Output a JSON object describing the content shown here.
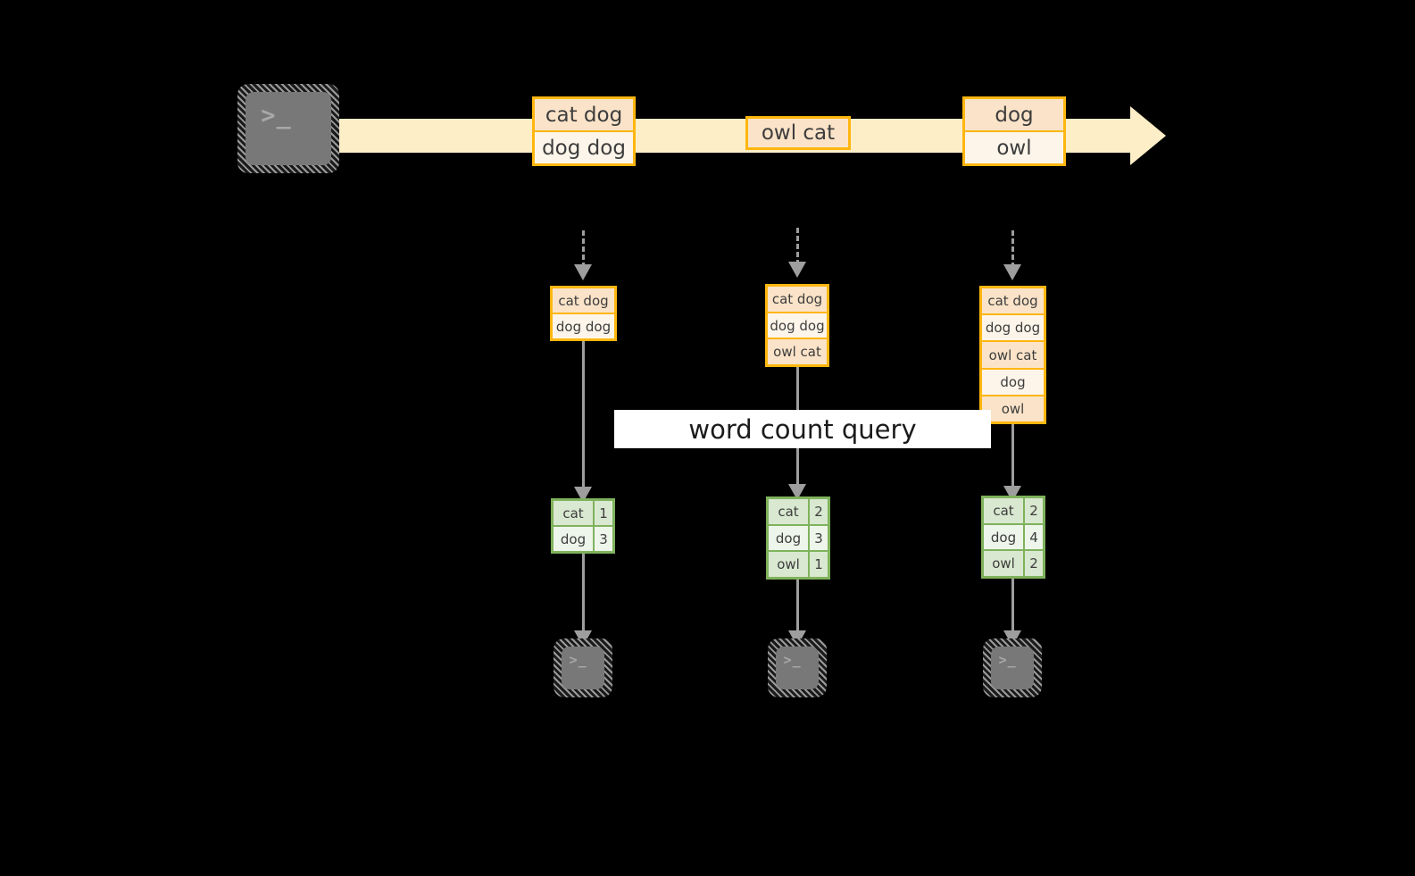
{
  "diagram": {
    "title_label": "word count query",
    "colors": {
      "event_border": "#ffb60f",
      "event_fill_dark": "#fae3c8",
      "event_fill_light": "#fdf5ea",
      "stream_fill": "#fdeec8",
      "result_border": "#7fb25c",
      "result_fill_dark": "#d9e8d0",
      "result_fill_light": "#eef5eb",
      "connector": "#9e9e9e",
      "terminal_fill": "#787878",
      "background": "#000000"
    },
    "source_terminal": {
      "prompt": ">_"
    },
    "stream_events": [
      {
        "name": "event-group-1",
        "lines": [
          "cat dog",
          "dog dog"
        ]
      },
      {
        "name": "event-group-2",
        "lines": [
          "owl cat"
        ]
      },
      {
        "name": "event-group-3",
        "lines": [
          "dog",
          "owl"
        ]
      }
    ],
    "snapshots": [
      {
        "name": "snapshot-1",
        "lines": [
          "cat dog",
          "dog dog"
        ]
      },
      {
        "name": "snapshot-2",
        "lines": [
          "cat dog",
          "dog dog",
          "owl cat"
        ]
      },
      {
        "name": "snapshot-3",
        "lines": [
          "cat dog",
          "dog dog",
          "owl cat",
          "dog",
          "owl"
        ]
      }
    ],
    "results": [
      {
        "name": "result-1",
        "rows": [
          [
            "cat",
            "1"
          ],
          [
            "dog",
            "3"
          ]
        ]
      },
      {
        "name": "result-2",
        "rows": [
          [
            "cat",
            "2"
          ],
          [
            "dog",
            "3"
          ],
          [
            "owl",
            "1"
          ]
        ]
      },
      {
        "name": "result-3",
        "rows": [
          [
            "cat",
            "2"
          ],
          [
            "dog",
            "4"
          ],
          [
            "owl",
            "2"
          ]
        ]
      }
    ],
    "sink_terminals": [
      {
        "prompt": ">_"
      },
      {
        "prompt": ">_"
      },
      {
        "prompt": ">_"
      }
    ]
  }
}
